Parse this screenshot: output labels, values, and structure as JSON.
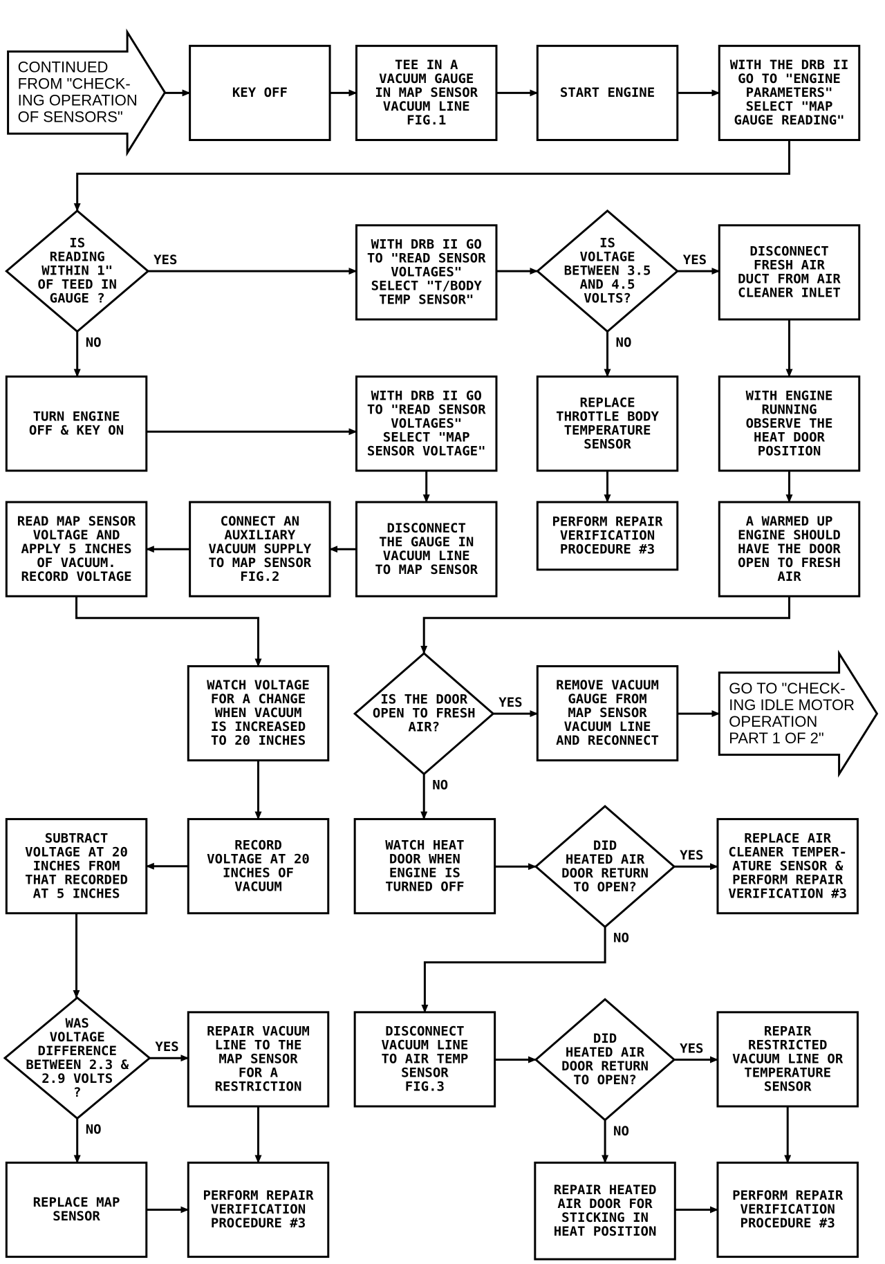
{
  "diagram": {
    "nodes": [
      {
        "id": "continued",
        "shape": "arrow",
        "lines": [
          "CONTINUED",
          "FROM \"CHECK-",
          "ING OPERATION",
          "OF SENSORS\""
        ]
      },
      {
        "id": "key-off",
        "shape": "rect",
        "lines": [
          "KEY OFF"
        ]
      },
      {
        "id": "tee-vacuum",
        "shape": "rect",
        "lines": [
          "TEE IN A",
          "VACUUM GAUGE",
          "IN MAP SENSOR",
          "VACUUM LINE",
          "FIG.1"
        ]
      },
      {
        "id": "start-engine",
        "shape": "rect",
        "lines": [
          "START ENGINE"
        ]
      },
      {
        "id": "drb-map-gauge",
        "shape": "rect",
        "lines": [
          "WITH THE DRB II",
          "GO TO \"ENGINE",
          "PARAMETERS\"",
          "SELECT \"MAP",
          "GAUGE READING\""
        ]
      },
      {
        "id": "q-reading-within",
        "shape": "diamond",
        "lines": [
          "IS",
          "READING",
          "WITHIN 1\"",
          "OF TEED IN",
          "GAUGE ?"
        ]
      },
      {
        "id": "drb-tbody-temp",
        "shape": "rect",
        "lines": [
          "WITH DRB II GO",
          "TO \"READ SENSOR",
          "VOLTAGES\"",
          "SELECT \"T/BODY",
          "TEMP SENSOR\""
        ]
      },
      {
        "id": "q-voltage-range",
        "shape": "diamond",
        "lines": [
          "IS",
          "VOLTAGE",
          "BETWEEN 3.5",
          "AND 4.5",
          "VOLTS?"
        ]
      },
      {
        "id": "disconnect-fresh-air",
        "shape": "rect",
        "lines": [
          "DISCONNECT",
          "FRESH AIR",
          "DUCT FROM AIR",
          "CLEANER INLET"
        ]
      },
      {
        "id": "turn-engine-off",
        "shape": "rect",
        "lines": [
          "TURN ENGINE",
          "OFF & KEY ON"
        ]
      },
      {
        "id": "drb-map-voltage",
        "shape": "rect",
        "lines": [
          "WITH DRB II GO",
          "TO \"READ SENSOR",
          "VOLTAGES\"",
          "SELECT \"MAP",
          "SENSOR VOLTAGE\""
        ]
      },
      {
        "id": "replace-tb-sensor",
        "shape": "rect",
        "lines": [
          "REPLACE",
          "THROTTLE BODY",
          "TEMPERATURE",
          "SENSOR"
        ]
      },
      {
        "id": "observe-heat-door",
        "shape": "rect",
        "lines": [
          "WITH ENGINE",
          "RUNNING",
          "OBSERVE THE",
          "HEAT DOOR",
          "POSITION"
        ]
      },
      {
        "id": "read-map-5in",
        "shape": "rect",
        "lines": [
          "READ MAP SENSOR",
          "VOLTAGE AND",
          "APPLY 5 INCHES",
          "OF VACUUM.",
          "RECORD VOLTAGE"
        ]
      },
      {
        "id": "connect-aux-vacuum",
        "shape": "rect",
        "lines": [
          "CONNECT AN",
          "AUXILIARY",
          "VACUUM SUPPLY",
          "TO MAP SENSOR",
          "FIG.2"
        ]
      },
      {
        "id": "disconnect-gauge",
        "shape": "rect",
        "lines": [
          "DISCONNECT",
          "THE GAUGE IN",
          "VACUUM LINE",
          "TO MAP SENSOR"
        ]
      },
      {
        "id": "perform-verif-1",
        "shape": "rect",
        "lines": [
          "PERFORM REPAIR",
          "VERIFICATION",
          "PROCEDURE #3"
        ]
      },
      {
        "id": "warmed-engine",
        "shape": "rect",
        "lines": [
          "A WARMED UP",
          "ENGINE SHOULD",
          "HAVE THE DOOR",
          "OPEN TO FRESH",
          "AIR"
        ]
      },
      {
        "id": "watch-voltage",
        "shape": "rect",
        "lines": [
          "WATCH VOLTAGE",
          "FOR A CHANGE",
          "WHEN VACUUM",
          "IS INCREASED",
          "TO 20 INCHES"
        ]
      },
      {
        "id": "q-door-open",
        "shape": "diamond",
        "lines": [
          "IS THE DOOR",
          "OPEN TO FRESH",
          "AIR?"
        ]
      },
      {
        "id": "remove-gauge",
        "shape": "rect",
        "lines": [
          "REMOVE VACUUM",
          "GAUGE FROM",
          "MAP SENSOR",
          "VACUUM LINE",
          "AND RECONNECT"
        ]
      },
      {
        "id": "goto-idle-motor",
        "shape": "arrow",
        "lines": [
          "GO TO \"CHECK-",
          "ING IDLE MOTOR",
          "OPERATION",
          "PART 1 OF 2\""
        ]
      },
      {
        "id": "subtract-voltage",
        "shape": "rect",
        "lines": [
          "SUBTRACT",
          "VOLTAGE AT 20",
          "INCHES FROM",
          "THAT RECORDED",
          "AT 5 INCHES"
        ]
      },
      {
        "id": "record-voltage-20",
        "shape": "rect",
        "lines": [
          "RECORD",
          "VOLTAGE AT 20",
          "INCHES OF",
          "VACUUM"
        ]
      },
      {
        "id": "watch-heat-door",
        "shape": "rect",
        "lines": [
          "WATCH HEAT",
          "DOOR WHEN",
          "ENGINE IS",
          "TURNED OFF"
        ]
      },
      {
        "id": "q-heated-door-1",
        "shape": "diamond",
        "lines": [
          "DID",
          "HEATED AIR",
          "DOOR RETURN",
          "TO OPEN?"
        ]
      },
      {
        "id": "replace-air-cleaner-sensor",
        "shape": "rect",
        "lines": [
          "REPLACE AIR",
          "CLEANER TEMPER-",
          "ATURE SENSOR &",
          "PERFORM REPAIR",
          "VERIFICATION #3"
        ]
      },
      {
        "id": "q-voltage-difference",
        "shape": "diamond",
        "lines": [
          "WAS",
          "VOLTAGE",
          "DIFFERENCE",
          "BETWEEN 2.3 &",
          "2.9 VOLTS",
          "?"
        ]
      },
      {
        "id": "repair-vacuum-line",
        "shape": "rect",
        "lines": [
          "REPAIR VACUUM",
          "LINE TO THE",
          "MAP SENSOR",
          "FOR A",
          "RESTRICTION"
        ]
      },
      {
        "id": "disconnect-air-temp",
        "shape": "rect",
        "lines": [
          "DISCONNECT",
          "VACUUM LINE",
          "TO AIR TEMP",
          "SENSOR",
          "FIG.3"
        ]
      },
      {
        "id": "q-heated-door-2",
        "shape": "diamond",
        "lines": [
          "DID",
          "HEATED AIR",
          "DOOR RETURN",
          "TO OPEN?"
        ]
      },
      {
        "id": "repair-restricted",
        "shape": "rect",
        "lines": [
          "REPAIR",
          "RESTRICTED",
          "VACUUM LINE OR",
          "TEMPERATURE",
          "SENSOR"
        ]
      },
      {
        "id": "replace-map-sensor",
        "shape": "rect",
        "lines": [
          "REPLACE MAP",
          "SENSOR"
        ]
      },
      {
        "id": "perform-verif-2",
        "shape": "rect",
        "lines": [
          "PERFORM REPAIR",
          "VERIFICATION",
          "PROCEDURE #3"
        ]
      },
      {
        "id": "repair-heated-door",
        "shape": "rect",
        "lines": [
          "REPAIR HEATED",
          "AIR DOOR FOR",
          "STICKING IN",
          "HEAT POSITION"
        ]
      },
      {
        "id": "perform-verif-3",
        "shape": "rect",
        "lines": [
          "PERFORM REPAIR",
          "VERIFICATION",
          "PROCEDURE #3"
        ]
      }
    ],
    "edges": [
      {
        "from": "continued",
        "to": "key-off"
      },
      {
        "from": "key-off",
        "to": "tee-vacuum"
      },
      {
        "from": "tee-vacuum",
        "to": "start-engine"
      },
      {
        "from": "start-engine",
        "to": "drb-map-gauge"
      },
      {
        "from": "drb-map-gauge",
        "to": "q-reading-within"
      },
      {
        "from": "q-reading-within",
        "to": "drb-tbody-temp",
        "label": "YES"
      },
      {
        "from": "q-reading-within",
        "to": "turn-engine-off",
        "label": "NO"
      },
      {
        "from": "drb-tbody-temp",
        "to": "q-voltage-range"
      },
      {
        "from": "q-voltage-range",
        "to": "disconnect-fresh-air",
        "label": "YES"
      },
      {
        "from": "q-voltage-range",
        "to": "replace-tb-sensor",
        "label": "NO"
      },
      {
        "from": "turn-engine-off",
        "to": "drb-map-voltage"
      },
      {
        "from": "drb-map-voltage",
        "to": "disconnect-gauge"
      },
      {
        "from": "disconnect-gauge",
        "to": "connect-aux-vacuum"
      },
      {
        "from": "connect-aux-vacuum",
        "to": "read-map-5in"
      },
      {
        "from": "read-map-5in",
        "to": "watch-voltage"
      },
      {
        "from": "replace-tb-sensor",
        "to": "perform-verif-1"
      },
      {
        "from": "disconnect-fresh-air",
        "to": "observe-heat-door"
      },
      {
        "from": "observe-heat-door",
        "to": "warmed-engine"
      },
      {
        "from": "warmed-engine",
        "to": "q-door-open"
      },
      {
        "from": "watch-voltage",
        "to": "record-voltage-20"
      },
      {
        "from": "q-door-open",
        "to": "remove-gauge",
        "label": "YES"
      },
      {
        "from": "q-door-open",
        "to": "watch-heat-door",
        "label": "NO"
      },
      {
        "from": "remove-gauge",
        "to": "goto-idle-motor"
      },
      {
        "from": "record-voltage-20",
        "to": "subtract-voltage"
      },
      {
        "from": "watch-heat-door",
        "to": "q-heated-door-1"
      },
      {
        "from": "q-heated-door-1",
        "to": "replace-air-cleaner-sensor",
        "label": "YES"
      },
      {
        "from": "q-heated-door-1",
        "to": "disconnect-air-temp",
        "label": "NO"
      },
      {
        "from": "subtract-voltage",
        "to": "q-voltage-difference"
      },
      {
        "from": "q-voltage-difference",
        "to": "repair-vacuum-line",
        "label": "YES"
      },
      {
        "from": "q-voltage-difference",
        "to": "replace-map-sensor",
        "label": "NO"
      },
      {
        "from": "disconnect-air-temp",
        "to": "q-heated-door-2"
      },
      {
        "from": "q-heated-door-2",
        "to": "repair-restricted",
        "label": "YES"
      },
      {
        "from": "q-heated-door-2",
        "to": "repair-heated-door",
        "label": "NO"
      },
      {
        "from": "repair-vacuum-line",
        "to": "perform-verif-2"
      },
      {
        "from": "replace-map-sensor",
        "to": "perform-verif-2"
      },
      {
        "from": "repair-restricted",
        "to": "perform-verif-3"
      },
      {
        "from": "repair-heated-door",
        "to": "perform-verif-3"
      }
    ]
  }
}
